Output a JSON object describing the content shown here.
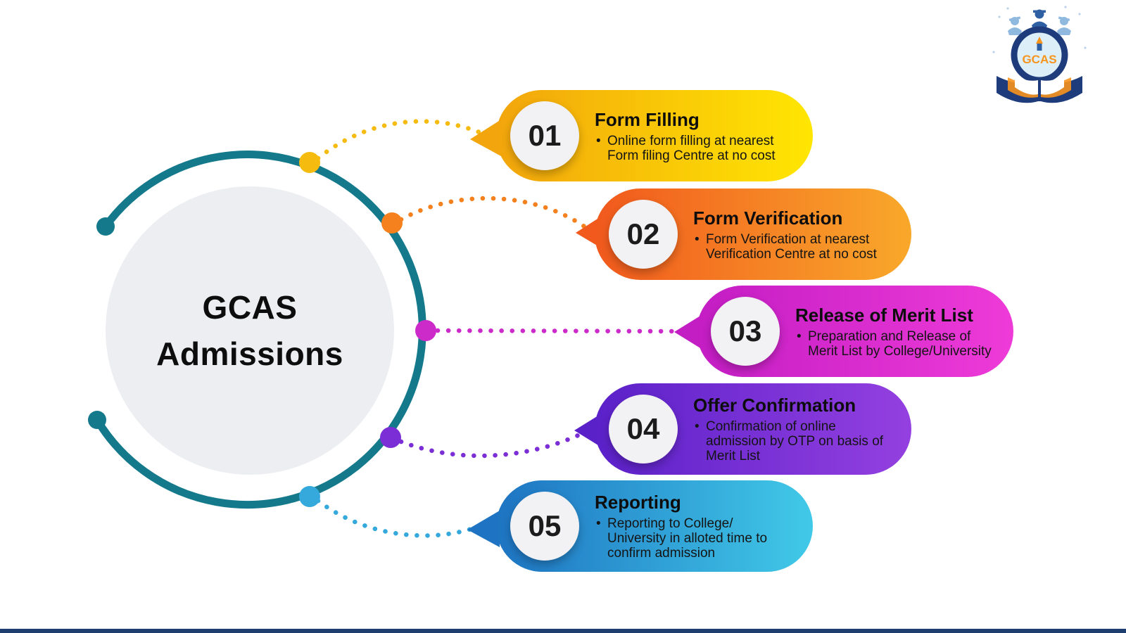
{
  "page": {
    "background": "#ffffff",
    "bottom_bar_color": "#1D3E6E"
  },
  "center": {
    "line1": "GCAS",
    "line2": "Admissions",
    "circle_color": "#ECEEF1",
    "ring_color": "#15798C"
  },
  "logo": {
    "text": "GCAS",
    "ring_color": "#1E3C7C",
    "text_color": "#F7941D"
  },
  "steps": [
    {
      "number": "01",
      "title": "Form Filling",
      "bullet": "Online form filling at nearest Form filing Centre at no cost",
      "color_start": "#F2A50C",
      "color_end": "#FFE602",
      "dot_color": "#F5BB0E"
    },
    {
      "number": "02",
      "title": "Form Verification",
      "bullet": "Form Verification at nearest Verification Centre at no cost",
      "color_start": "#F1591D",
      "color_end": "#F9A82B",
      "dot_color": "#F4801E"
    },
    {
      "number": "03",
      "title": "Release of Merit List",
      "bullet": "Preparation and Release of Merit List by College/University",
      "color_start": "#C31DC4",
      "color_end": "#EE3BD8",
      "dot_color": "#CC2BC9"
    },
    {
      "number": "04",
      "title": "Offer Confirmation",
      "bullet": "Confirmation of online admission by OTP on basis of Merit List",
      "color_start": "#5B21C9",
      "color_end": "#9440E0",
      "dot_color": "#7B2ED5"
    },
    {
      "number": "05",
      "title": "Reporting",
      "bullet": "Reporting to College/ University in alloted time to confirm admission",
      "color_start": "#1E74C2",
      "color_end": "#41C9E8",
      "dot_color": "#35A9DC"
    }
  ]
}
